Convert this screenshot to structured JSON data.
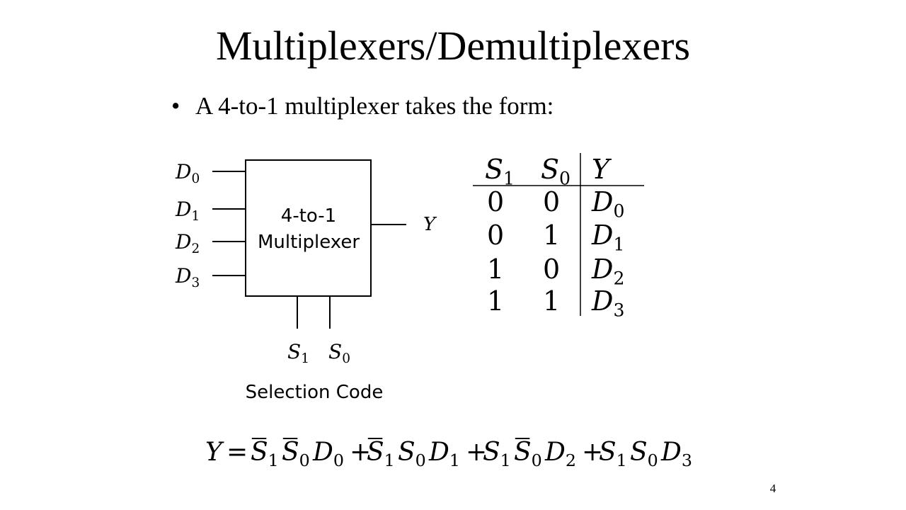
{
  "slide": {
    "title": "Multiplexers/Demultiplexers",
    "bullet": "A 4-to-1 multiplexer takes the form:",
    "page_number": "4"
  },
  "mux": {
    "label_line1": "4-to-1",
    "label_line2": "Multiplexer",
    "inputs": [
      {
        "base": "D",
        "sub": "0"
      },
      {
        "base": "D",
        "sub": "1"
      },
      {
        "base": "D",
        "sub": "2"
      },
      {
        "base": "D",
        "sub": "3"
      }
    ],
    "output": "Y",
    "selects": [
      {
        "base": "S",
        "sub": "1"
      },
      {
        "base": "S",
        "sub": "0"
      }
    ],
    "selection_label": "Selection Code"
  },
  "truth_table": {
    "headers": [
      {
        "base": "S",
        "sub": "1"
      },
      {
        "base": "S",
        "sub": "0"
      },
      {
        "base": "Y",
        "sub": ""
      }
    ],
    "rows": [
      [
        "0",
        "0",
        {
          "base": "D",
          "sub": "0"
        }
      ],
      [
        "0",
        "1",
        {
          "base": "D",
          "sub": "1"
        }
      ],
      [
        "1",
        "0",
        {
          "base": "D",
          "sub": "2"
        }
      ],
      [
        "1",
        "1",
        {
          "base": "D",
          "sub": "3"
        }
      ]
    ]
  },
  "equation": {
    "lhs": "Y",
    "equals": "=",
    "plus": "+",
    "terms": [
      [
        {
          "base": "S",
          "sub": "1",
          "bar": true
        },
        {
          "base": "S",
          "sub": "0",
          "bar": true
        },
        {
          "base": "D",
          "sub": "0",
          "bar": false
        }
      ],
      [
        {
          "base": "S",
          "sub": "1",
          "bar": true
        },
        {
          "base": "S",
          "sub": "0",
          "bar": false
        },
        {
          "base": "D",
          "sub": "1",
          "bar": false
        }
      ],
      [
        {
          "base": "S",
          "sub": "1",
          "bar": false
        },
        {
          "base": "S",
          "sub": "0",
          "bar": true
        },
        {
          "base": "D",
          "sub": "2",
          "bar": false
        }
      ],
      [
        {
          "base": "S",
          "sub": "1",
          "bar": false
        },
        {
          "base": "S",
          "sub": "0",
          "bar": false
        },
        {
          "base": "D",
          "sub": "3",
          "bar": false
        }
      ]
    ]
  }
}
